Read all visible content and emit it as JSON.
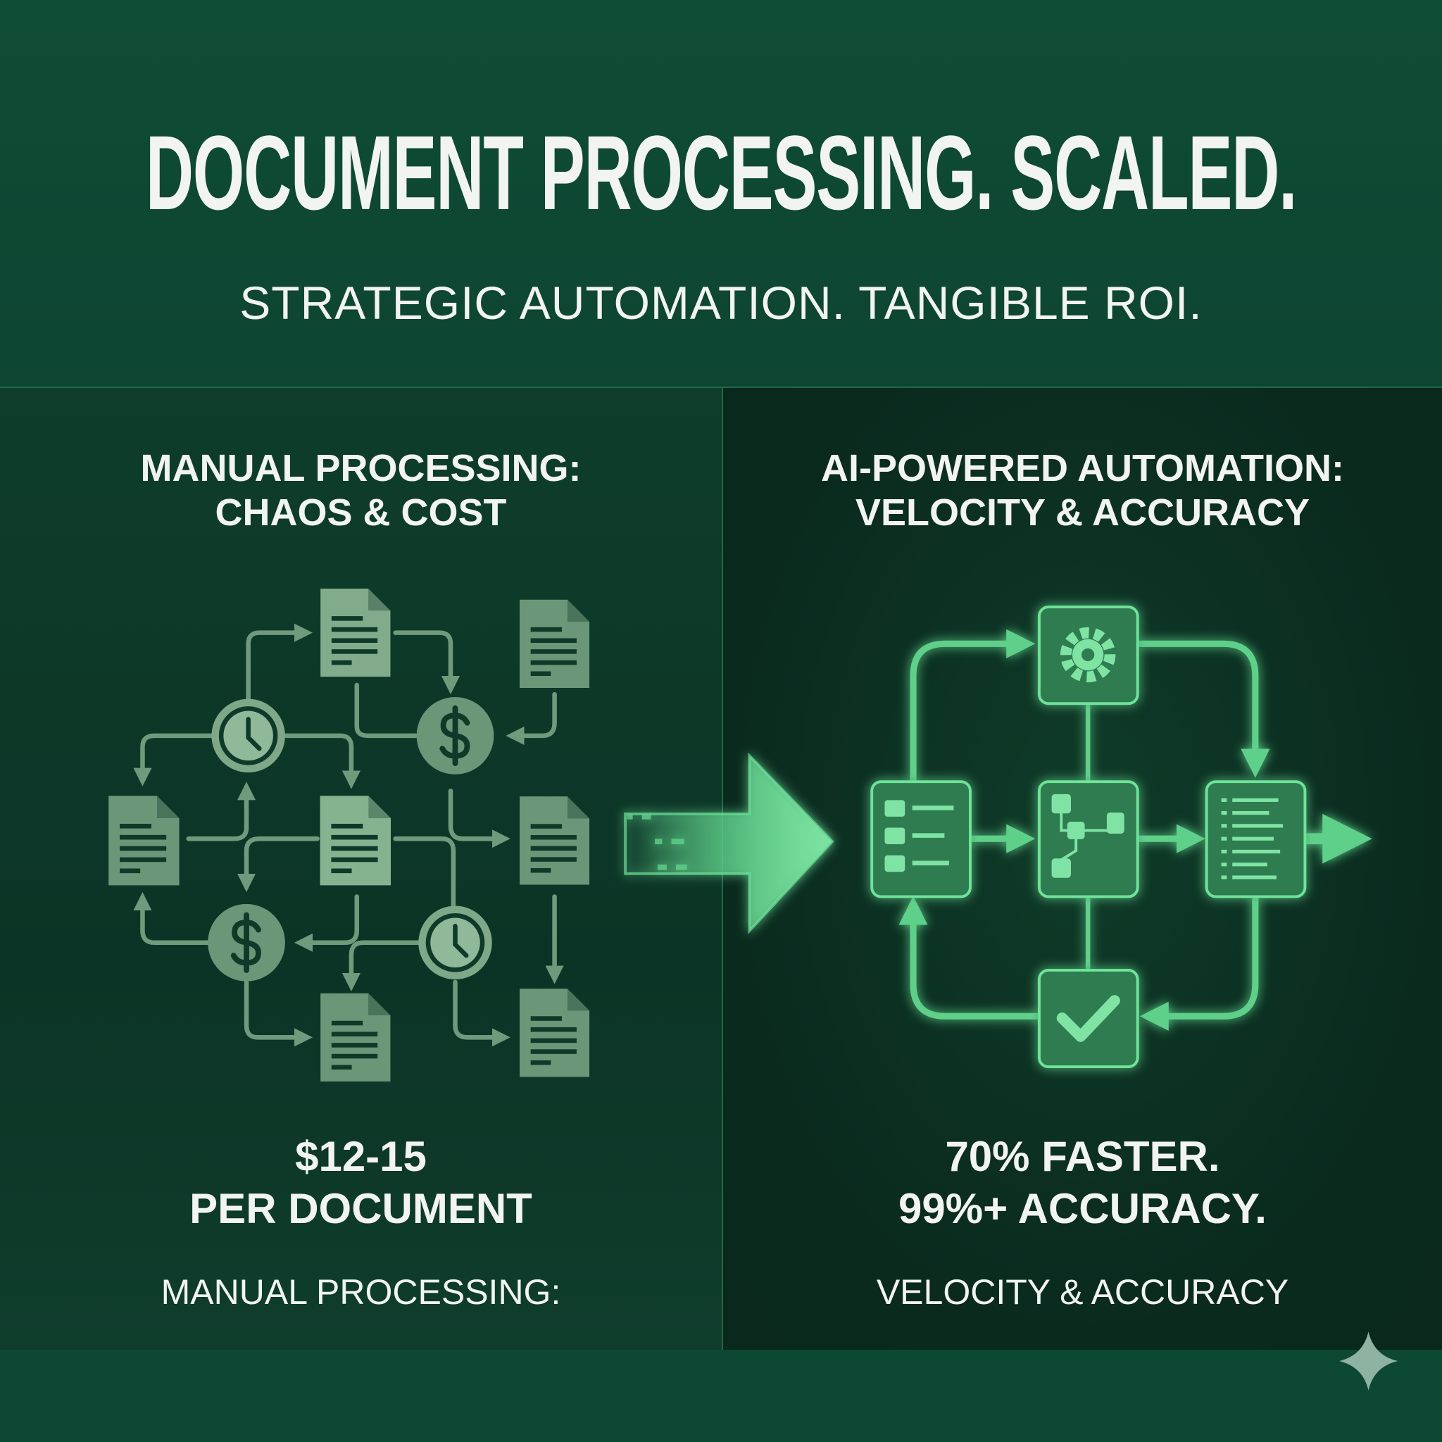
{
  "header": {
    "title": "DOCUMENT PROCESSING. SCALED.",
    "subtitle": "STRATEGIC AUTOMATION. TANGIBLE ROI."
  },
  "left_panel": {
    "heading_line1": "MANUAL PROCESSING:",
    "heading_line2": "CHAOS & COST",
    "stat_line1": "$12-15",
    "stat_line2": "PER DOCUMENT",
    "caption": "MANUAL PROCESSING:",
    "icons": [
      "document-icon",
      "clock-icon",
      "dollar-icon"
    ]
  },
  "right_panel": {
    "heading_line1": "AI-POWERED AUTOMATION:",
    "heading_line2": "VELOCITY & ACCURACY",
    "stat_line1": "70% FASTER.",
    "stat_line2": "99%+ ACCURACY.",
    "caption": "VELOCITY & ACCURACY",
    "icons": [
      "gear-icon",
      "form-icon",
      "flowchart-icon",
      "list-icon",
      "checkmark-icon"
    ]
  },
  "colors": {
    "header_bg": "#0f4c35",
    "panel_bg": "#0c3426",
    "accent_green": "#5fd08a",
    "muted_icon": "#6f9a7c",
    "text": "#f2f4f1"
  }
}
